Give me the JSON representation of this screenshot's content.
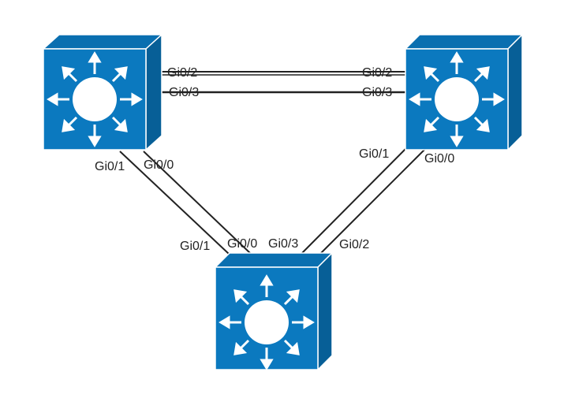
{
  "colors": {
    "switch_front": "#0b79bf",
    "switch_top": "#0a6fb0",
    "switch_side": "#075f97",
    "switch_outline": "#ffffff",
    "link": "#222222",
    "icon": "#ffffff"
  },
  "switches": [
    {
      "id": "switch-top-left",
      "icon": "layer3-switch-icon"
    },
    {
      "id": "switch-top-right",
      "icon": "layer3-switch-icon"
    },
    {
      "id": "switch-bottom",
      "icon": "layer3-switch-icon"
    }
  ],
  "links": [
    {
      "from": "switch-top-left",
      "to": "switch-top-right",
      "from_port": "Gi0/2",
      "to_port": "Gi0/2"
    },
    {
      "from": "switch-top-left",
      "to": "switch-top-right",
      "from_port": "Gi0/3",
      "to_port": "Gi0/3"
    },
    {
      "from": "switch-top-left",
      "to": "switch-bottom",
      "from_port": "Gi0/1",
      "to_port": "Gi0/1"
    },
    {
      "from": "switch-top-left",
      "to": "switch-bottom",
      "from_port": "Gi0/0",
      "to_port": "Gi0/0"
    },
    {
      "from": "switch-top-right",
      "to": "switch-bottom",
      "from_port": "Gi0/1",
      "to_port": "Gi0/3"
    },
    {
      "from": "switch-top-right",
      "to": "switch-bottom",
      "from_port": "Gi0/0",
      "to_port": "Gi0/2"
    }
  ]
}
